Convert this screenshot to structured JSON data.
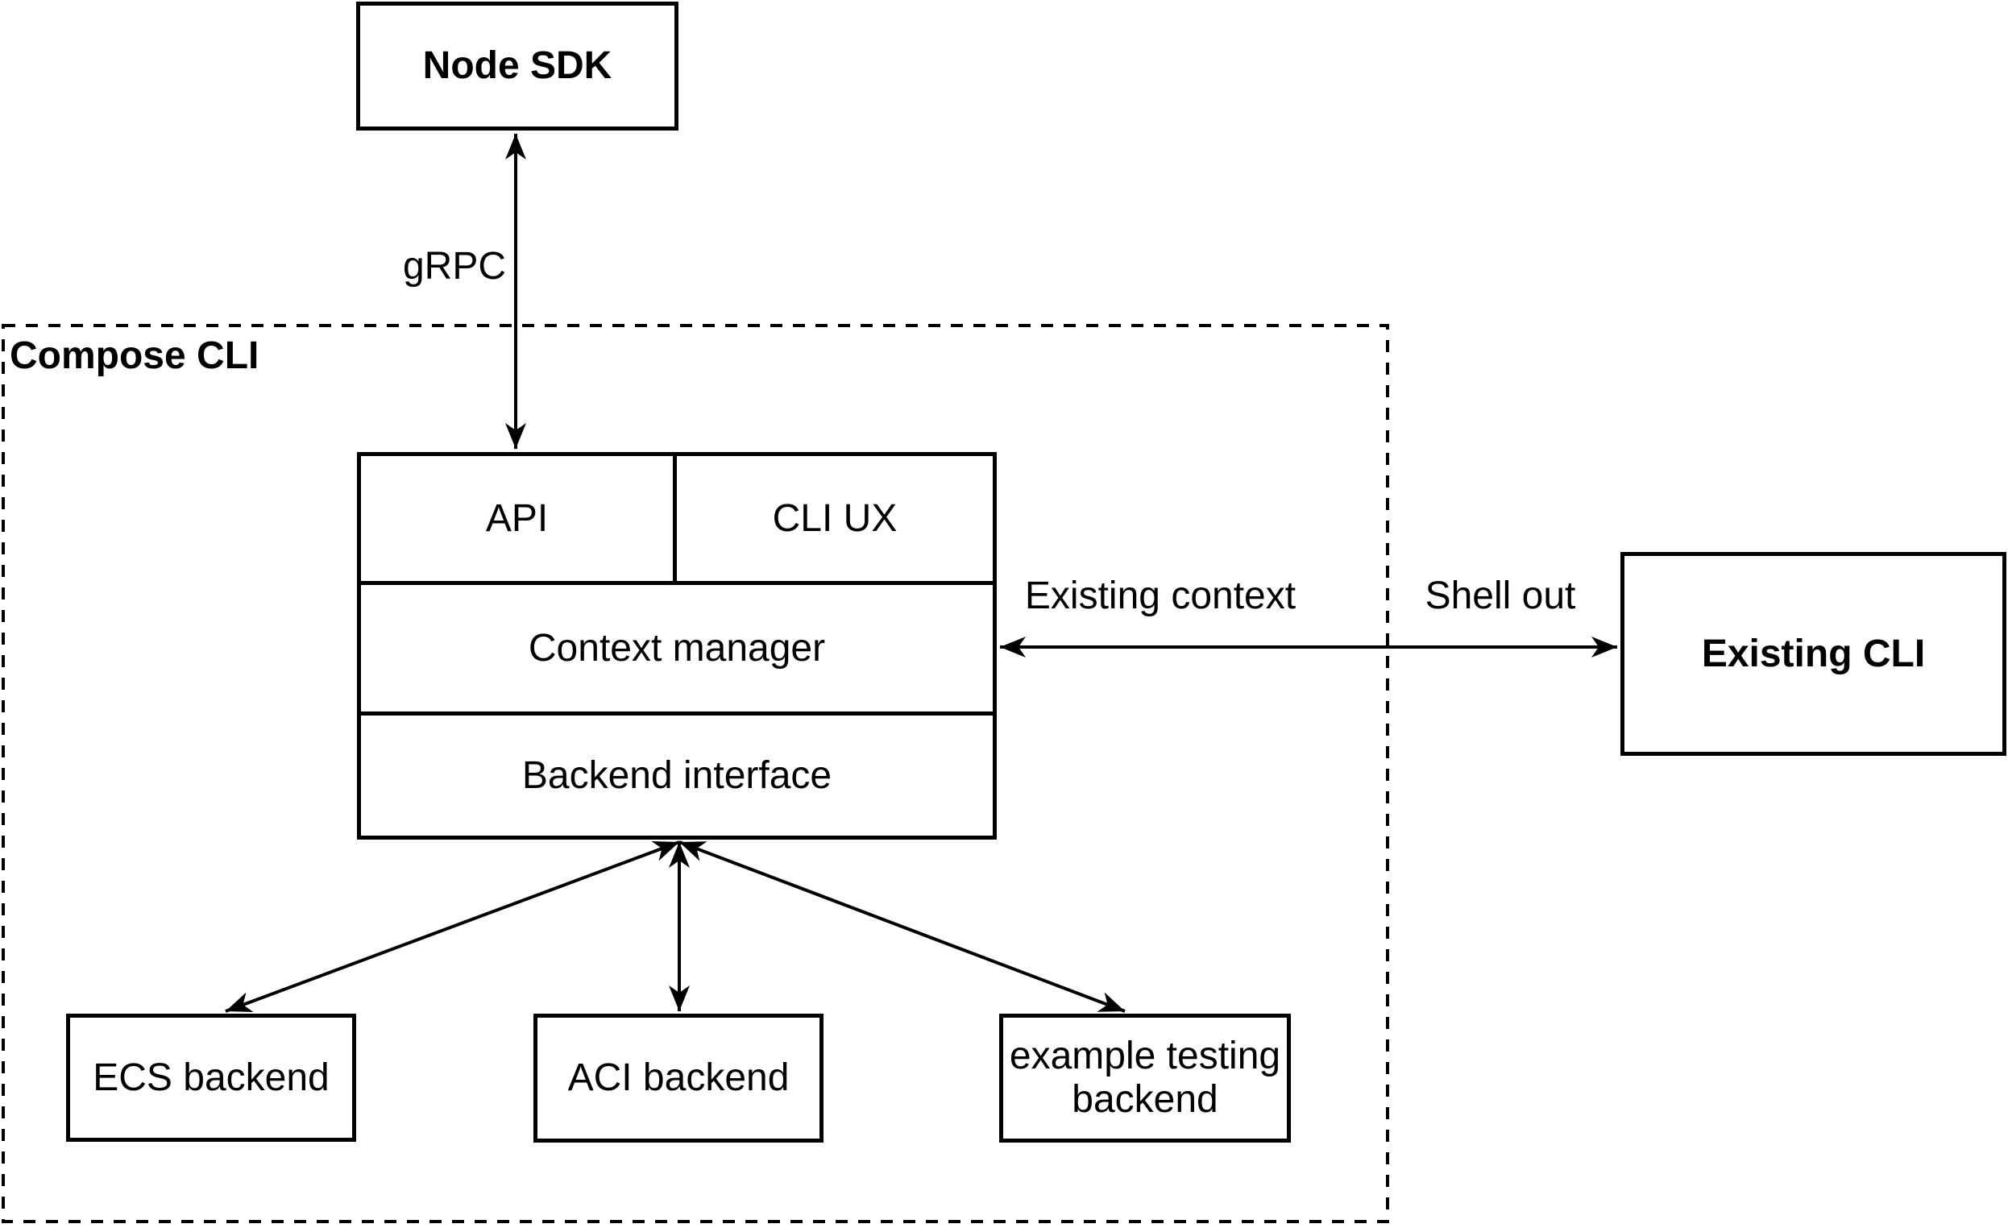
{
  "canvas": {
    "background": "#ffffff",
    "stroke_color": "#000000"
  },
  "container": {
    "label": "Compose CLI"
  },
  "nodes": {
    "node_sdk": {
      "label": "Node SDK"
    },
    "api": {
      "label": "API"
    },
    "cli_ux": {
      "label": "CLI UX"
    },
    "context_manager": {
      "label": "Context manager"
    },
    "backend_interface": {
      "label": "Backend interface"
    },
    "existing_cli": {
      "label": "Existing CLI"
    },
    "ecs_backend": {
      "label": "ECS backend"
    },
    "aci_backend": {
      "label": "ACI backend"
    },
    "example_testing_backend": {
      "label": "example testing\nbackend"
    }
  },
  "edges": {
    "grpc": {
      "label": "gRPC"
    },
    "existing_context": {
      "label": "Existing context"
    },
    "shell_out": {
      "label": "Shell out"
    }
  }
}
